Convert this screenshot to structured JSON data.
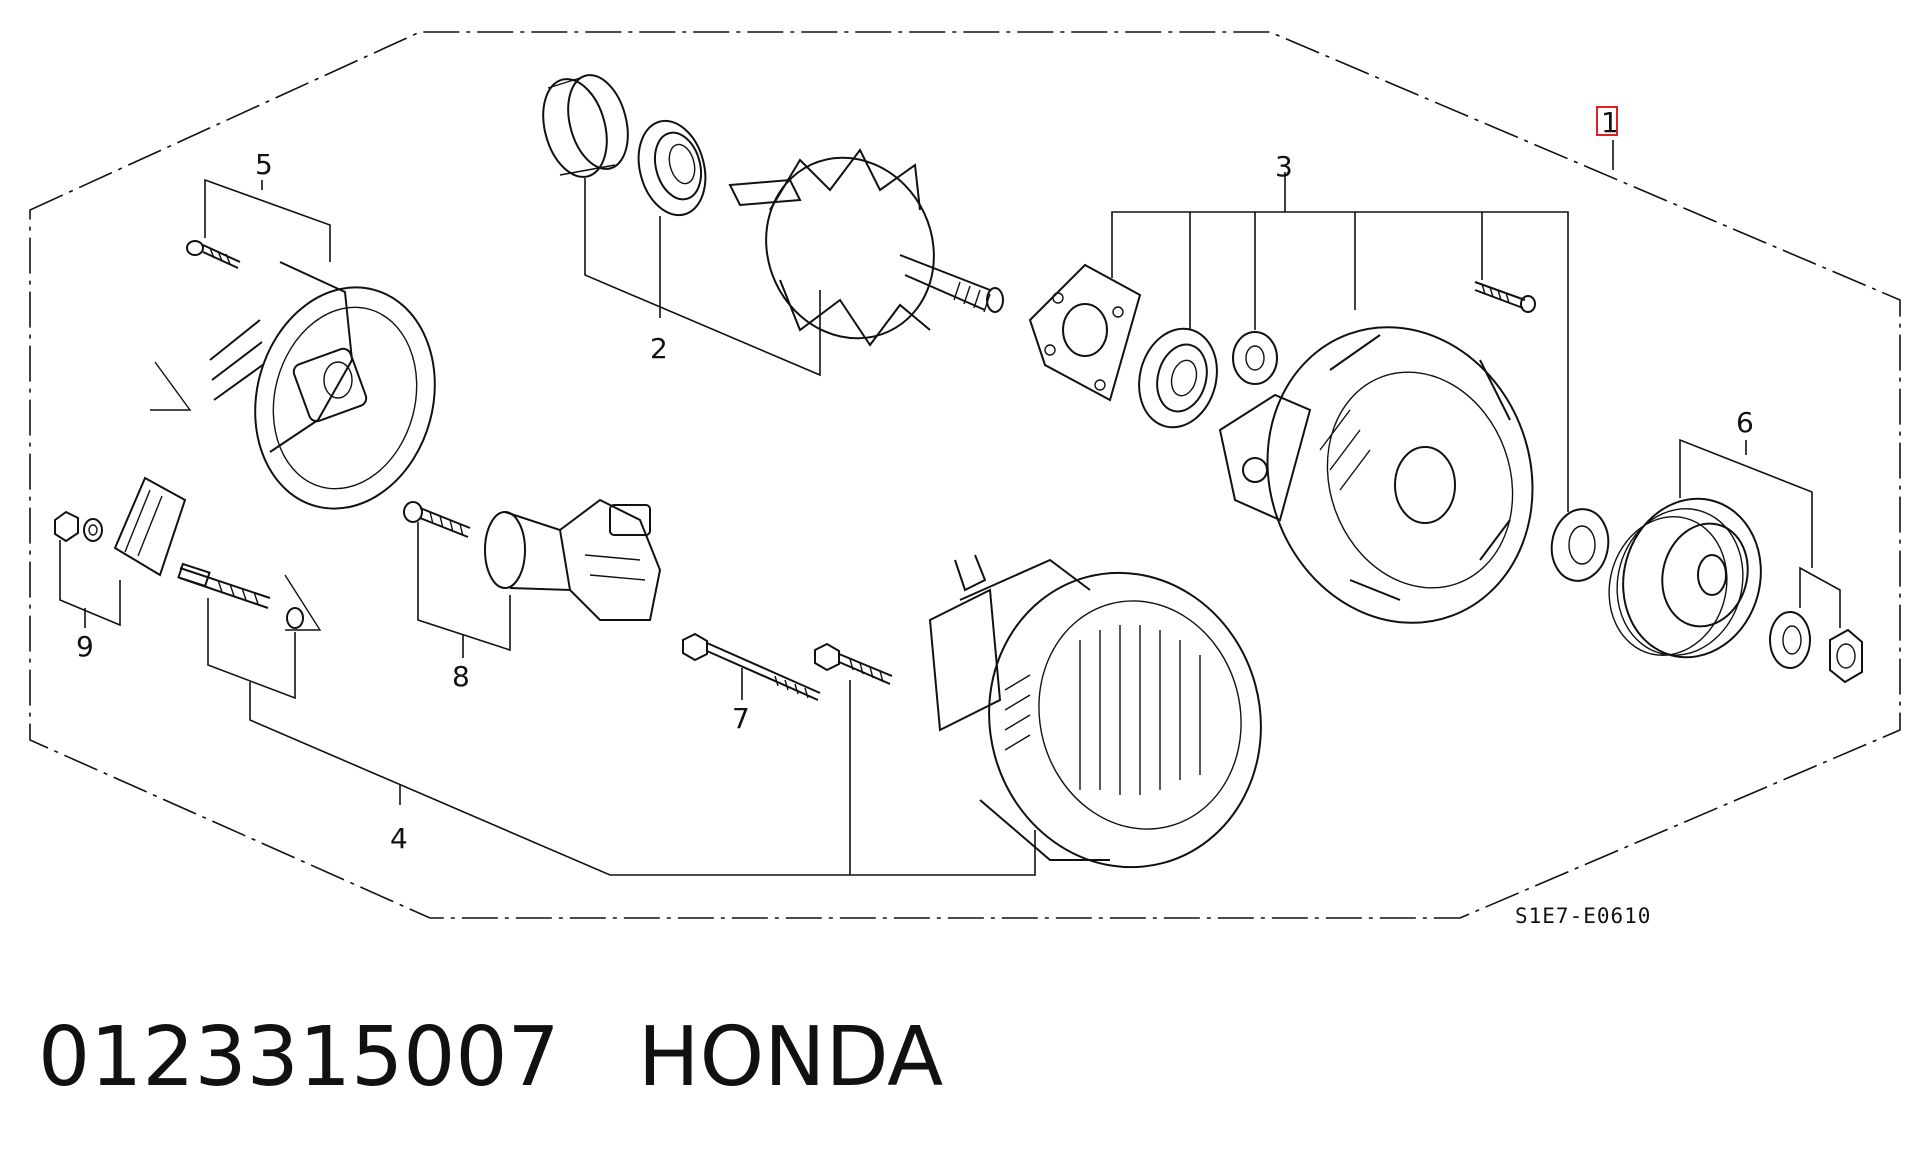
{
  "diagram": {
    "callouts": {
      "c1": "1",
      "c2": "2",
      "c3": "3",
      "c4": "4",
      "c5": "5",
      "c6": "6",
      "c7": "7",
      "c8": "8",
      "c9": "9"
    },
    "drawing_code": "S1E7-E0610",
    "highlight_color": "#e02020"
  },
  "footer": {
    "part_number": "0123315007",
    "brand": "HONDA"
  }
}
